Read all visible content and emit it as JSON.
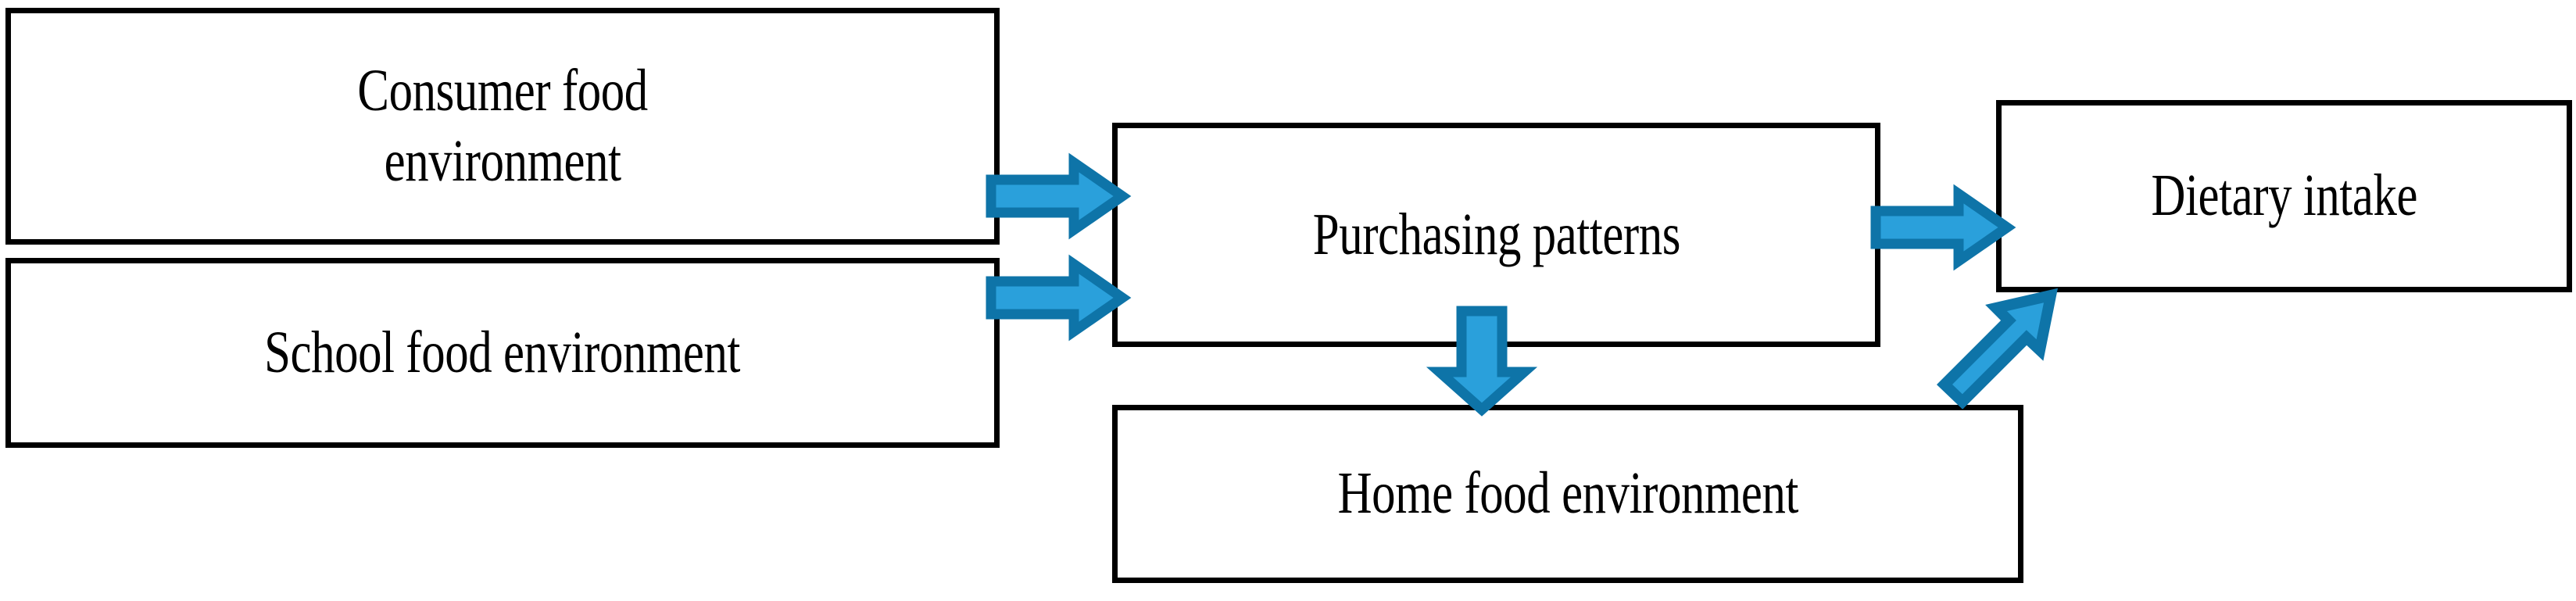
{
  "figure": {
    "type": "flow-diagram",
    "background_color": "#ffffff",
    "box_border_color": "#000000",
    "arrow_fill_color": "#2AA0DB",
    "arrow_outline_color": "#0E74A8",
    "nodes": [
      {
        "id": "consumer",
        "label": "Consumer food\nenvironment"
      },
      {
        "id": "school",
        "label": "School food environment"
      },
      {
        "id": "purchasing",
        "label": "Purchasing patterns"
      },
      {
        "id": "home",
        "label": "Home food environment"
      },
      {
        "id": "dietary",
        "label": "Dietary intake"
      }
    ],
    "edges": [
      {
        "id": "consumer-purchasing",
        "from": "consumer",
        "to": "purchasing",
        "direction": "right"
      },
      {
        "id": "school-purchasing",
        "from": "school",
        "to": "purchasing",
        "direction": "right"
      },
      {
        "id": "purchasing-dietary",
        "from": "purchasing",
        "to": "dietary",
        "direction": "right"
      },
      {
        "id": "purchasing-home",
        "from": "purchasing",
        "to": "home",
        "direction": "down"
      },
      {
        "id": "home-dietary",
        "from": "home",
        "to": "dietary",
        "direction": "up-right"
      }
    ]
  }
}
